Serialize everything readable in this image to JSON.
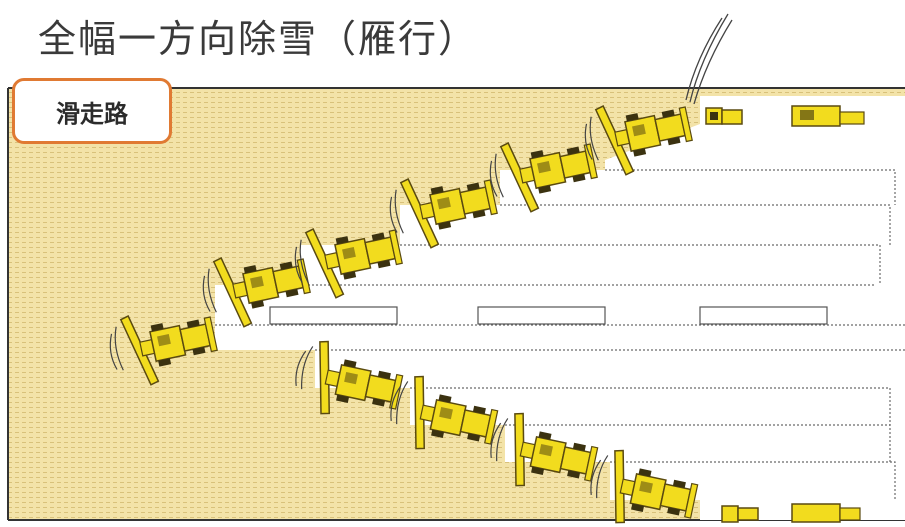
{
  "title": "全幅一方向除雪（雁行）",
  "runway_label": "滑走路",
  "colors": {
    "runway": "#f3e3a8",
    "runway_dots": "#d8c17a",
    "cleared": "#ffffff",
    "machine_body": "#f2dc1e",
    "machine_outline": "#5a4a10",
    "box_border": "#e07a33"
  },
  "machines": {
    "upper_count": 5,
    "lower_count": 5,
    "icons": [
      "snowplow-icon",
      "snow-blower-icon"
    ]
  }
}
